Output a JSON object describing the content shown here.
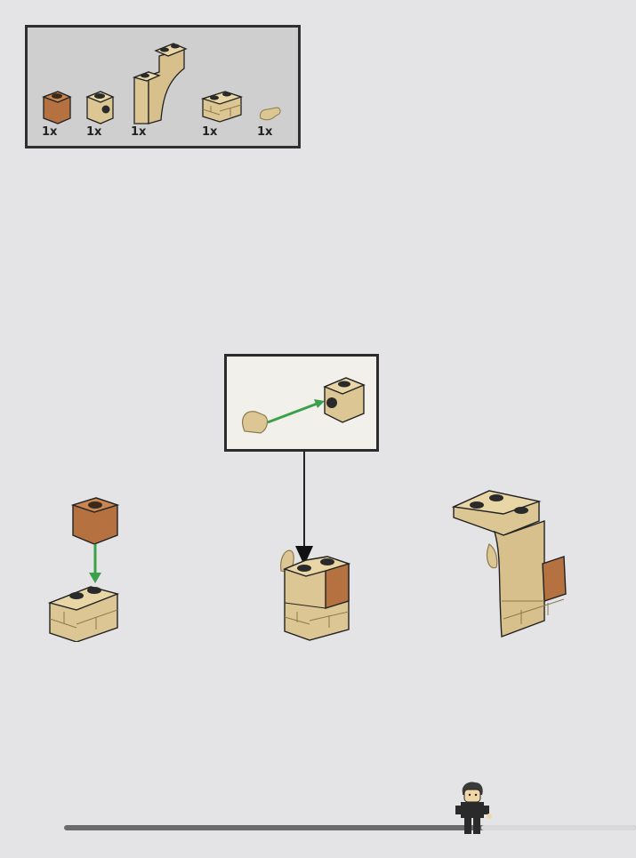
{
  "parts_list": {
    "items": [
      {
        "name": "brick-1x1-medium-nougat",
        "qty": "1x"
      },
      {
        "name": "brick-1x1-tan-side-stud",
        "qty": "1x"
      },
      {
        "name": "arch-tan-curved",
        "qty": "1x"
      },
      {
        "name": "brick-1x2-tan-masonry",
        "qty": "1x"
      },
      {
        "name": "minifig-hand-tan",
        "qty": "1x"
      }
    ]
  },
  "colors": {
    "background": "#e4e4e6",
    "parts_box_bg": "#cfcfcf",
    "tan": "#dcc794",
    "tan_dark": "#b9a46e",
    "nougat": "#b5713f",
    "arrow_green": "#3aa04a",
    "progress_bar": "#6b6b6b"
  },
  "progress": {
    "fraction": 0.73
  }
}
